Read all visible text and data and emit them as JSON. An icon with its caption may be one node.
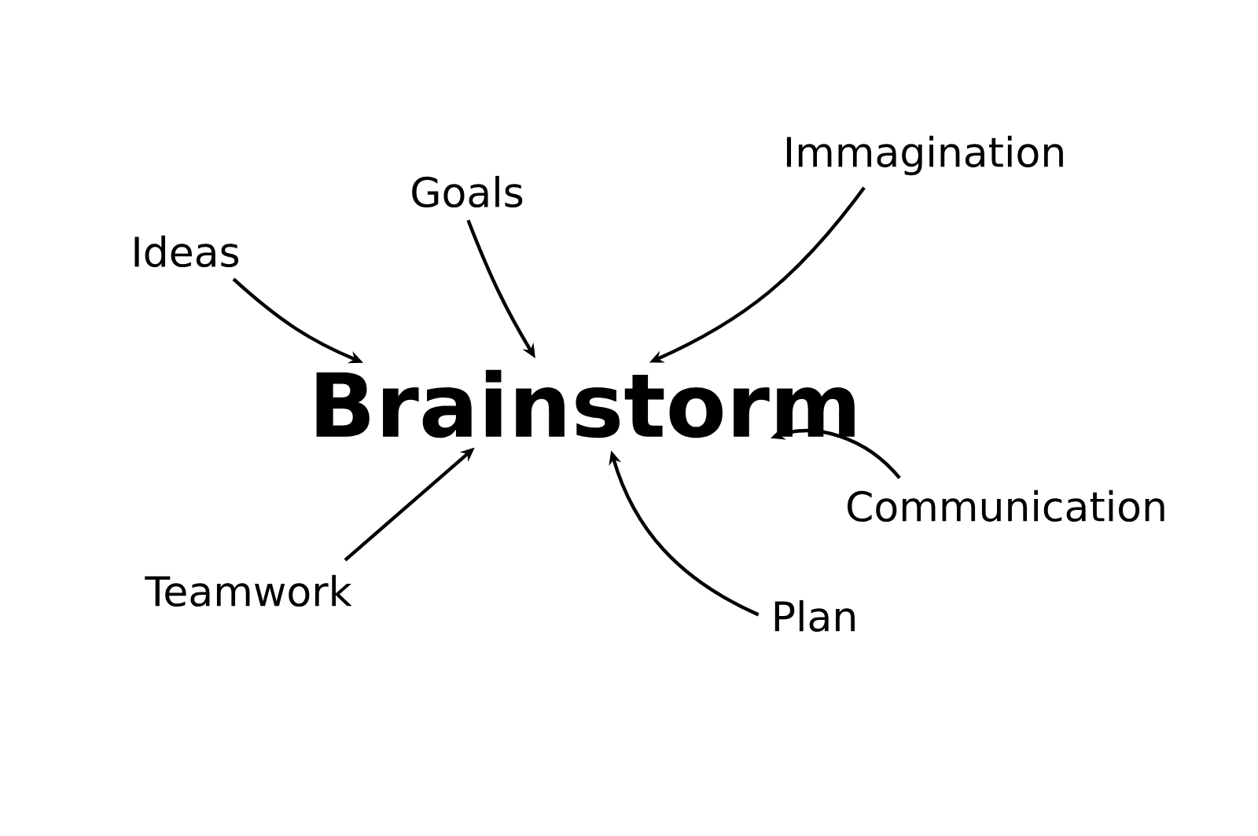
{
  "diagram": {
    "nodes": [
      {
        "text": [
          "Brainstorm"
        ]
      },
      {
        "text": [
          "Immagination"
        ]
      },
      {
        "text": [
          "Goals"
        ]
      },
      {
        "text": [
          "Ideas"
        ]
      },
      {
        "text": [
          "Communication"
        ]
      },
      {
        "text": [
          "Teamwork"
        ]
      },
      {
        "text": [
          "Plan"
        ]
      }
    ],
    "edges": [
      {
        "from": 1,
        "to": 0,
        "arrow": "to"
      },
      {
        "from": 2,
        "to": 0,
        "arrow": "to"
      },
      {
        "from": 3,
        "to": 0,
        "arrow": "to"
      },
      {
        "from": 4,
        "to": 0,
        "arrow": "to"
      },
      {
        "from": 5,
        "to": 0,
        "arrow": "to"
      },
      {
        "from": 6,
        "to": 0,
        "arrow": "to"
      }
    ]
  }
}
